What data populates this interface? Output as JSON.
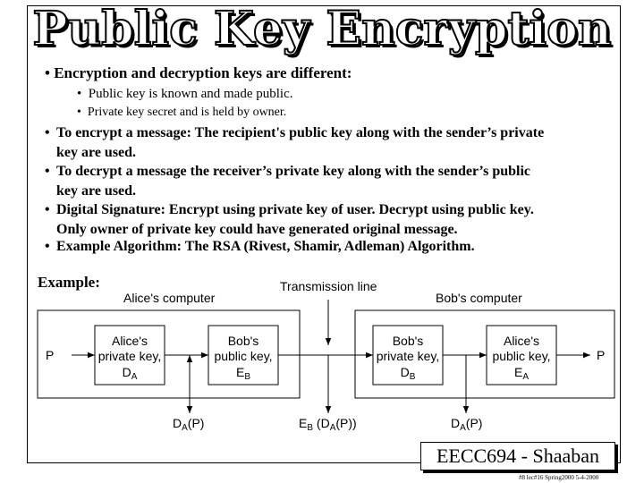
{
  "title": "Public Key Encryption",
  "intro": {
    "main": "Encryption and decryption keys are different:",
    "sub1": "Public key is known and made public.",
    "sub2": "Private key secret and is held by owner."
  },
  "bullets": [
    [
      "To encrypt a message:  The recipient's public key along with the sender’s private",
      "key are used."
    ],
    [
      "To decrypt a message the receiver’s private key along with the sender’s  public",
      "key are used."
    ],
    [
      "Digital Signature:  Encrypt using private key of user.  Decrypt using public key.",
      "Only owner of private key could have generated original message."
    ],
    [
      "Example Algorithm:  The RSA (Rivest, Shamir, Adleman) Algorithm."
    ]
  ],
  "example_label": "Example:",
  "diagram": {
    "alice_computer": "Alice's computer",
    "bob_computer": "Bob's computer",
    "transmission_line": "Transmission line",
    "p_in": "P",
    "p_out": "P",
    "box1": [
      "Alice's",
      "private key,",
      "D"
    ],
    "box1_sub": "A",
    "box2": [
      "Bob's",
      "public key,",
      "E"
    ],
    "box2_sub": "B",
    "box3": [
      "Bob's",
      "private key,",
      "D"
    ],
    "box3_sub": "B",
    "box4": [
      "Alice's",
      "public key,",
      "E"
    ],
    "box4_sub": "A",
    "label_left": "D",
    "label_left_sub": "A",
    "label_left_tail": "(P)",
    "label_mid_e": "E",
    "label_mid_e_sub": "B",
    "label_mid_d": " (D",
    "label_mid_d_sub": "A",
    "label_mid_tail": "(P))",
    "label_right": "D",
    "label_right_sub": "A",
    "label_right_tail": "(P)"
  },
  "footer": {
    "course": "EECC694 - Shaaban",
    "note": "#8 lec#16  Spring2000  5-4-2000"
  }
}
